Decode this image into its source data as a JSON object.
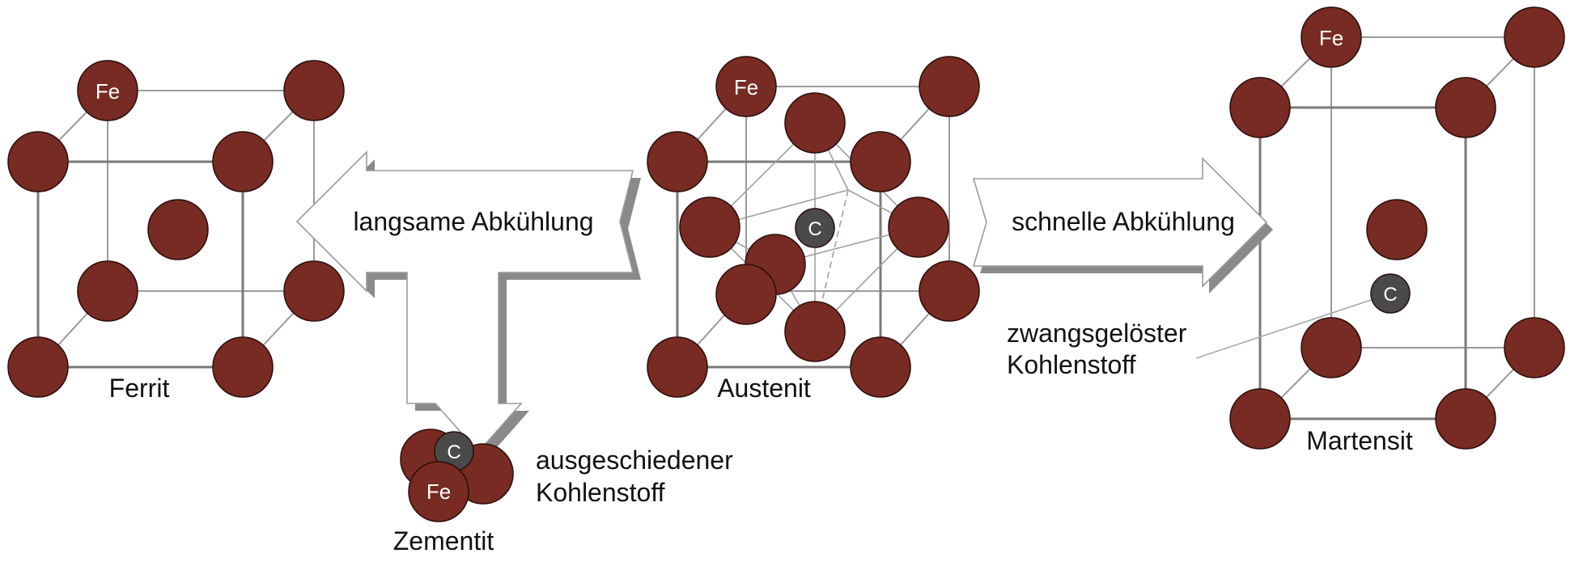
{
  "colors": {
    "iron": "#772b22",
    "carbon": "#4a4a4a",
    "arrow_shadow": "#8a8a8a",
    "arrow_fill": "#ffffff"
  },
  "labels": {
    "ferrit": "Ferrit",
    "austenit": "Austenit",
    "martensit": "Martensit",
    "zementit": "Zementit",
    "slow_cooling": "langsame Abkühlung",
    "fast_cooling": "schnelle Abkühlung",
    "precipitated_line1": "ausgeschiedener",
    "precipitated_line2": "Kohlenstoff",
    "dissolved_line1": "zwangsgelöster",
    "dissolved_line2": "Kohlenstoff",
    "fe": "Fe",
    "c": "C"
  }
}
